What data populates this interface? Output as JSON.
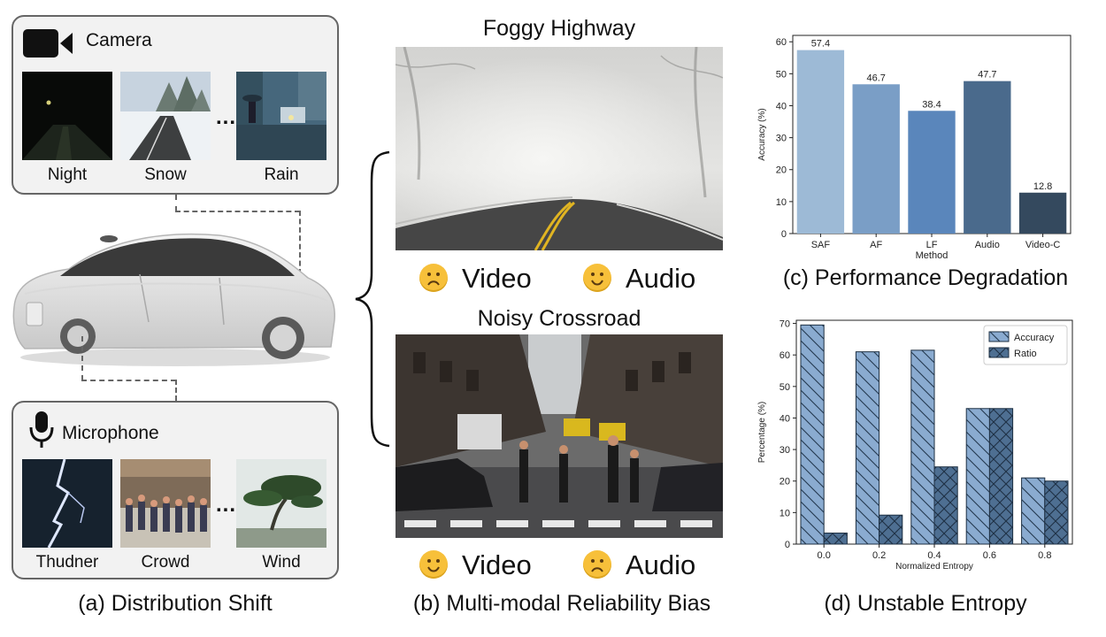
{
  "panel_a": {
    "caption": "(a) Distribution Shift",
    "camera": {
      "label": "Camera",
      "icon": "video-camera-icon",
      "thumbs": [
        "Night",
        "Snow",
        "Rain"
      ]
    },
    "microphone": {
      "label": "Microphone",
      "icon": "microphone-icon",
      "thumbs": [
        "Thudner",
        "Crowd",
        "Wind"
      ]
    },
    "ellipsis": "..."
  },
  "panel_b": {
    "caption": "(b) Multi-modal Reliability Bias",
    "scene1": {
      "title": "Foggy Highway",
      "video_label": "Video",
      "audio_label": "Audio",
      "video_face": "sad",
      "audio_face": "happy"
    },
    "scene2": {
      "title": "Noisy Crossroad",
      "video_label": "Video",
      "audio_label": "Audio",
      "video_face": "happy",
      "audio_face": "sad"
    }
  },
  "panel_c": {
    "caption": "(c) Performance Degradation"
  },
  "panel_d": {
    "caption": "(d) Unstable Entropy"
  },
  "colors": {
    "face": "#f7c03a",
    "bar_light": "#9ab8d5",
    "bar_dark": "#3d5670"
  },
  "chart_data": [
    {
      "type": "bar",
      "title": "",
      "xlabel": "Method",
      "ylabel": "Accuracy (%)",
      "categories": [
        "SAF",
        "AF",
        "LF",
        "Audio",
        "Video-C"
      ],
      "values": [
        57.4,
        46.7,
        38.4,
        47.7,
        12.8
      ],
      "value_labels": [
        "57.4",
        "46.7",
        "38.4",
        "47.7",
        "12.8"
      ],
      "bar_colors": [
        "#9dbad6",
        "#7a9ec6",
        "#5a86bb",
        "#4a6a8c",
        "#34495e"
      ],
      "ylim": [
        0,
        62
      ],
      "yticks": [
        0,
        10,
        20,
        30,
        40,
        50,
        60
      ],
      "grid": false
    },
    {
      "type": "bar",
      "title": "",
      "xlabel": "Normalized Entropy",
      "ylabel": "Percentage (%)",
      "categories": [
        "0.0",
        "0.2",
        "0.4",
        "0.6",
        "0.8"
      ],
      "series": [
        {
          "name": "Accuracy",
          "values": [
            69.5,
            61,
            61.5,
            43,
            21
          ],
          "color": "#8aabd0",
          "hatch": "\\"
        },
        {
          "name": "Ratio",
          "values": [
            3.5,
            9.2,
            24.5,
            43,
            20
          ],
          "color": "#4e6f92",
          "hatch": "x"
        }
      ],
      "ylim": [
        0,
        71
      ],
      "yticks": [
        0,
        10,
        20,
        30,
        40,
        50,
        60,
        70
      ],
      "legend": "top-right",
      "grid": false
    }
  ]
}
